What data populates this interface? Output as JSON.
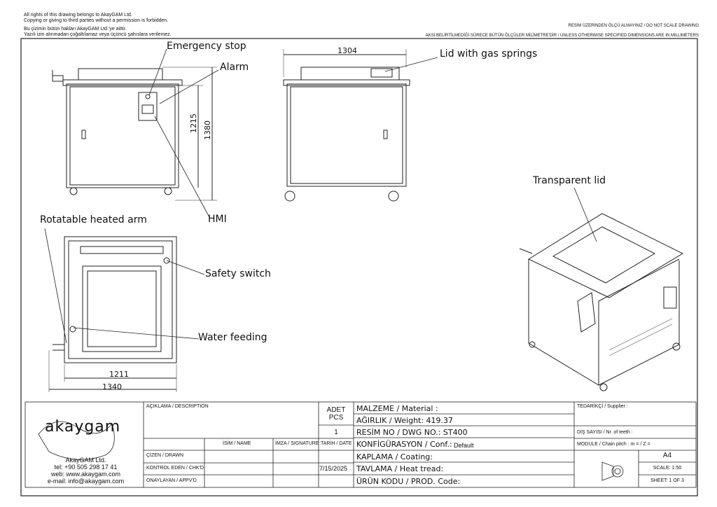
{
  "header": {
    "copyright_en_1": "All rights of this drawing belongs to AkayGAM Ltd.",
    "copyright_en_2": "Copying or giving to third parties without a permission is forbidden.",
    "copyright_tr_1": "Bu çizimin bütün hakları AkayGAM Ltd.'ye aittir.",
    "copyright_tr_2": "Yazılı izin alınmadan çoğaltılamaz veya üçüncü şahıslara verilemez.",
    "scale_note": "RESİM ÜZERİNDEN ÖLÇÜ ALMAYINIZ / DO NOT SCALE DRAWING",
    "units_note": "AKSİ BELİRTİLMEDİĞİ SÜRECE BÜTÜN ÖLÇÜLER MİLİMETRE'DİR / UNLESS OTHERWISE SPECIFIED DIMENSIONS ARE IN MILLIMETERS"
  },
  "callouts": {
    "emergency_stop": "Emergency stop",
    "alarm": "Alarm",
    "hmi": "HMI",
    "lid_gas_springs": "Lid with gas springs",
    "transparent_lid": "Transparent lid",
    "rotatable_arm": "Rotatable heated arm",
    "safety_switch": "Safety switch",
    "water_feeding": "Water feeding"
  },
  "dimensions": {
    "front_height_body": "1215",
    "front_height_total": "1380",
    "side_width": "1304",
    "top_inner_width": "1211",
    "top_total_width": "1340"
  },
  "title_block": {
    "company_name": "akaygam",
    "company_full": "AkayGAM Ltd.",
    "tel": "tel: +90 505 298 17 41",
    "web": "web: www.akaygam.com",
    "email": "e-mail: info@akaygam.com",
    "description_label": "AÇIKLAMA / DESCRIPTION",
    "pcs_label_1": "ADET",
    "pcs_label_2": "PCS",
    "pcs_value": "1",
    "material_label": "MALZEME / Material :",
    "weight_label": "AĞIRLIK / Weight: 419.37",
    "dwg_label": "RESİM NO / DWG NO.: ST400",
    "conf_label": "KONFİGÜRASYON / Conf.:",
    "conf_value": "Default",
    "coating_label": "KAPLAMA / Coating:",
    "heat_label": "TAVLAMA / Heat tread:",
    "prod_label": "ÜRÜN KODU / PROD. Code:",
    "supplier_label": "TEDARİKÇİ / Supplier :",
    "teeth_label": "DİŞ SAYISI / Nr. of teeth :",
    "module_label": "MODULE / Chain pitch :  m =  / Z =",
    "size_value": "A4",
    "scale_value": "SCALE: 1:50",
    "sheet_value": "SHEET: 1 OF 3",
    "name_col": "İSİM / NAME",
    "signature_col": "İMZA / SIGNATURE",
    "date_col": "TARİH / DATE",
    "drawn_label": "ÇİZEN / DRAWN",
    "checked_label": "KONTROL EDEN / CHK'D",
    "approved_label": "ONAYLAYAN / APPV'D",
    "date_value": "7/15/2025"
  }
}
